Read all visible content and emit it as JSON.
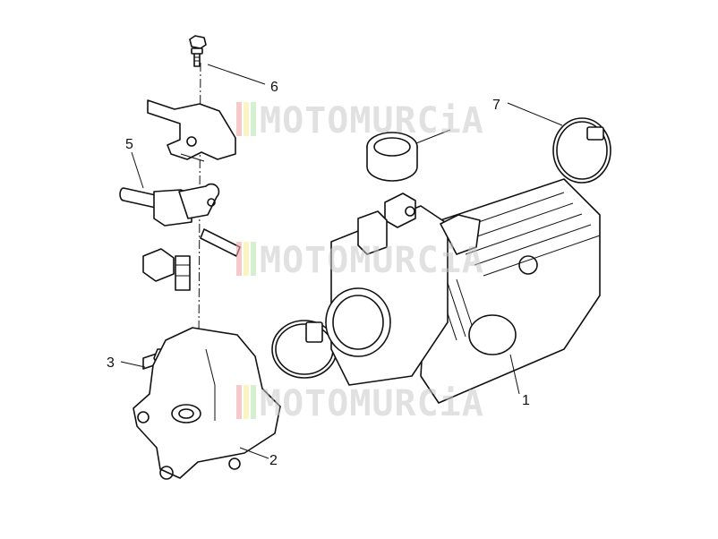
{
  "callouts": [
    {
      "id": "1",
      "label": "1"
    },
    {
      "id": "2",
      "label": "2"
    },
    {
      "id": "3",
      "label": "3"
    },
    {
      "id": "5",
      "label": "5"
    },
    {
      "id": "6",
      "label": "6"
    },
    {
      "id": "7",
      "label": "7"
    }
  ],
  "watermark": {
    "text": "MOTOMURCiA",
    "stripe_colors": [
      "#f2a6a6",
      "#f7ef9a",
      "#b8e6b0"
    ]
  },
  "colors": {
    "line": "#111111",
    "watermark": "#c9c9c9",
    "background": "#ffffff"
  }
}
